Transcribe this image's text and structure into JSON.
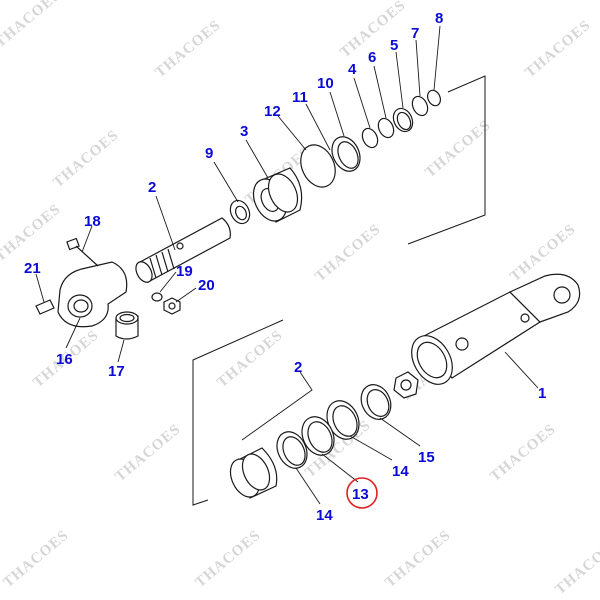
{
  "colors": {
    "label": "#0b0bd6",
    "line": "#1a1a1a",
    "highlight": "#e02020",
    "watermark": "#d6d6d6"
  },
  "watermark": "THACOES",
  "labels": {
    "p1": "1",
    "p2_top": "2",
    "p2_bottom": "2",
    "p3": "3",
    "p4": "4",
    "p5": "5",
    "p6": "6",
    "p7": "7",
    "p8": "8",
    "p9": "9",
    "p10": "10",
    "p11": "11",
    "p12": "12",
    "p13": "13",
    "p14_right": "14",
    "p14_left": "14",
    "p15": "15",
    "p16": "16",
    "p17": "17",
    "p18": "18",
    "p19": "19",
    "p20": "20",
    "p21": "21"
  }
}
